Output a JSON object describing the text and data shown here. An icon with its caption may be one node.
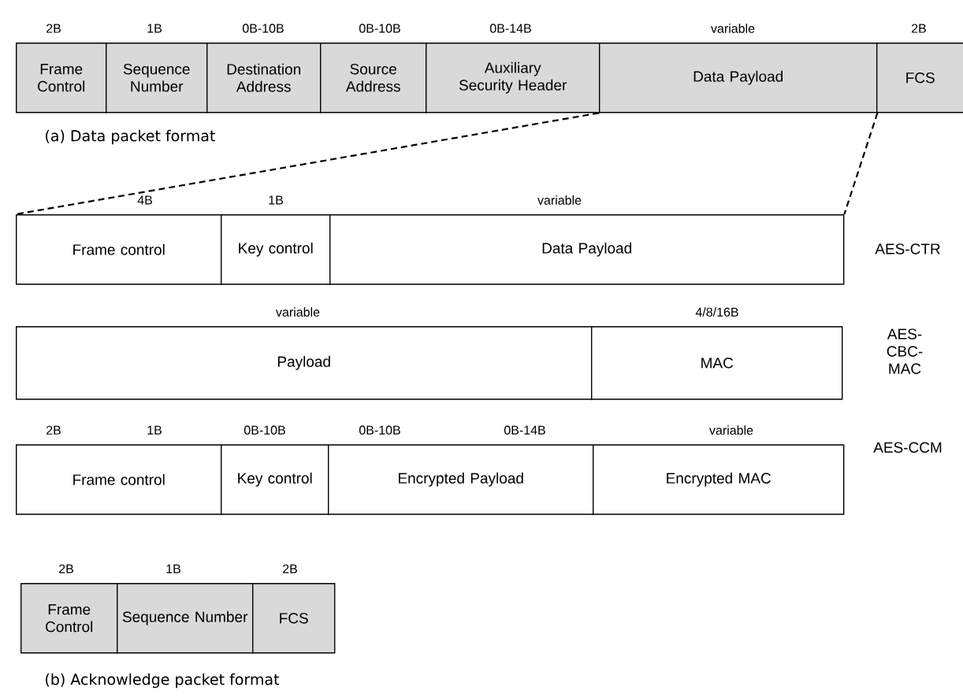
{
  "diagram": {
    "nodes": [
      {
        "text": [
          "Frame Control"
        ],
        "beside": [
          "2B"
        ]
      },
      {
        "text": [
          "Sequence Number"
        ],
        "beside": [
          "1B"
        ]
      },
      {
        "text": [
          "Destination Address"
        ],
        "beside": [
          "0B-10B"
        ]
      },
      {
        "text": [
          "Source Address"
        ],
        "beside": [
          "0B-10B"
        ]
      },
      {
        "text": [
          "Auxiliary Security Header"
        ],
        "beside": [
          "0B-14B"
        ]
      },
      {
        "text": [
          "Data Payload"
        ],
        "beside": [
          "variable"
        ]
      },
      {
        "text": [
          "FCS"
        ],
        "beside": [
          "2B"
        ]
      },
      {
        "text": [
          "Frame control"
        ],
        "beside": [
          "4B"
        ]
      },
      {
        "text": [
          "Key control"
        ],
        "beside": [
          "1B"
        ]
      },
      {
        "text": [
          "Data Payload"
        ],
        "beside": [
          "variable"
        ]
      },
      {
        "text": [
          "Payload"
        ],
        "beside": [
          "variable"
        ]
      },
      {
        "text": [
          "MAC"
        ],
        "beside": [
          "4/8/16B"
        ]
      },
      {
        "text": [
          "Frame control"
        ],
        "beside": [
          "2B",
          "1B"
        ]
      },
      {
        "text": [
          "Key control"
        ],
        "beside": [
          "0B-10B"
        ]
      },
      {
        "text": [
          "Encrypted Payload"
        ],
        "beside": [
          "0B-10B",
          "0B-14B"
        ]
      },
      {
        "text": [
          "Encrypted MAC"
        ],
        "beside": [
          "variable"
        ]
      },
      {
        "text": [
          "Frame Control"
        ],
        "beside": [
          "2B"
        ]
      },
      {
        "text": [
          "Sequence Number"
        ],
        "beside": [
          "1B"
        ]
      },
      {
        "text": [
          "FCS"
        ],
        "beside": [
          "2B"
        ]
      }
    ],
    "edges": [
      {
        "from": 5,
        "to": 7,
        "arrow": "none",
        "style": "dashed"
      },
      {
        "from": 5,
        "to": 9,
        "arrow": "none",
        "style": "dashed"
      }
    ],
    "labels": [
      "(a) Data packet format",
      "AES-CTR",
      "AES-CBC-MAC",
      "AES-CCM",
      "(b) Acknowledge packet format"
    ]
  }
}
